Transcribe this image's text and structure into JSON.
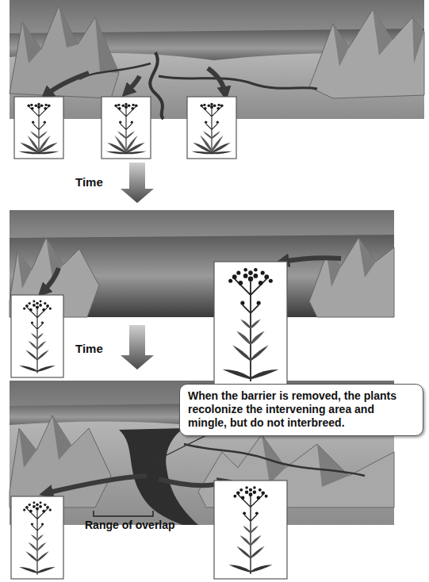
{
  "diagram": {
    "nodes": [
      {
        "text": [
          "When the barrier is removed, the plants recolonize the intervening area and mingle, but do not interbreed."
        ]
      }
    ],
    "labels": [
      "Time",
      "Time",
      "Range of overlap"
    ]
  }
}
